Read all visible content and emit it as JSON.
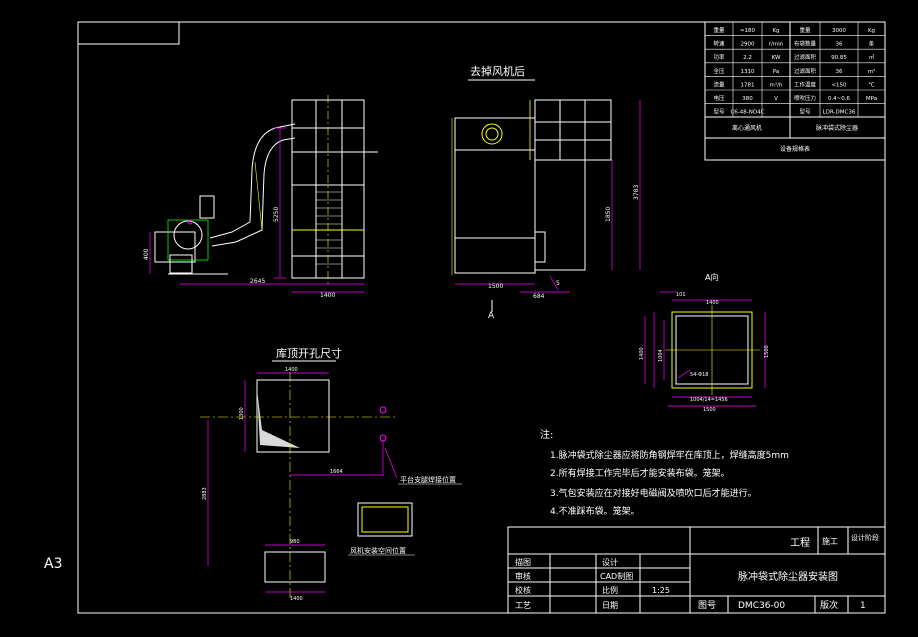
{
  "sheet": {
    "size_label": "A3"
  },
  "views": {
    "front_title": "",
    "rear_title": "去掉风机后",
    "section_a_label": "A向",
    "arrow_a": "A",
    "roof_title": "库顶开孔尺寸"
  },
  "dims": {
    "d_2645": "2645",
    "d_1400a": "1400",
    "d_5250": "5250",
    "d_400": "400",
    "d_1500": "1500",
    "d_684": "684",
    "d_3783": "3783",
    "d_1850": "1850",
    "d_5": "5",
    "a_1400": "1400",
    "a_101": "101",
    "a_1400v": "1400",
    "a_1500v": "1500",
    "a_1004": "1004",
    "a_54": "54-Φ18",
    "a_bottom": "1004/14=1456",
    "a_1500": "1500",
    "r_1400": "1400",
    "r_1300": "1300",
    "r_1664": "1664",
    "r_2883": "2883",
    "r_980": "980",
    "r_1400b": "1400"
  },
  "roof_labels": {
    "platform": "平台支腿焊接位置",
    "fan": "风机安装空间位置"
  },
  "notes": {
    "title": "注:",
    "items": [
      "1.脉冲袋式除尘器应将防角钢焊牢在库顶上，焊缝高度5mm",
      "2.所有焊接工作完毕后才能安装布袋。笼架。",
      "3.气包安装应在对接好电磁阀及喷吹口后才能进行。",
      "4.不准踩布袋。笼架。"
    ]
  },
  "spec_table": {
    "rows": [
      [
        "重量",
        "≈180",
        "Kg",
        "重量",
        "3000",
        "Kg"
      ],
      [
        "转速",
        "2900",
        "r/min",
        "布袋数量",
        "36",
        "条"
      ],
      [
        "功率",
        "2.2",
        "KW",
        "过滤面积",
        "90.85",
        "㎡"
      ],
      [
        "全压",
        "1310",
        "Pa",
        "过滤面积",
        "36",
        "m²"
      ],
      [
        "流量",
        "1781",
        "m³/h",
        "工作温度",
        "<150",
        "℃"
      ],
      [
        "电压",
        "380",
        "V",
        "喷吹压力",
        "0.4~0.6",
        "MPa"
      ],
      [
        "型号",
        "C6-48-NO4C",
        "",
        "型号",
        "LDR-DMC36",
        ""
      ]
    ],
    "footer_left": "离心通风机",
    "footer_right": "脉冲袋式除尘器",
    "caption": "设备规格表"
  },
  "title_block": {
    "project": "工程",
    "stage_top": "施工",
    "stage_right": "设计阶段",
    "drawing_name": "脉冲袋式除尘器安装图",
    "r1": [
      "描图",
      "设计"
    ],
    "r2": [
      "审核",
      "CAD制图"
    ],
    "r3": [
      "校核",
      "比例",
      "1:25"
    ],
    "r4": [
      "工艺",
      "日期"
    ],
    "drawing_no_label": "图号",
    "drawing_no": "DMC36-00",
    "rev_label": "版次",
    "rev": "1"
  }
}
